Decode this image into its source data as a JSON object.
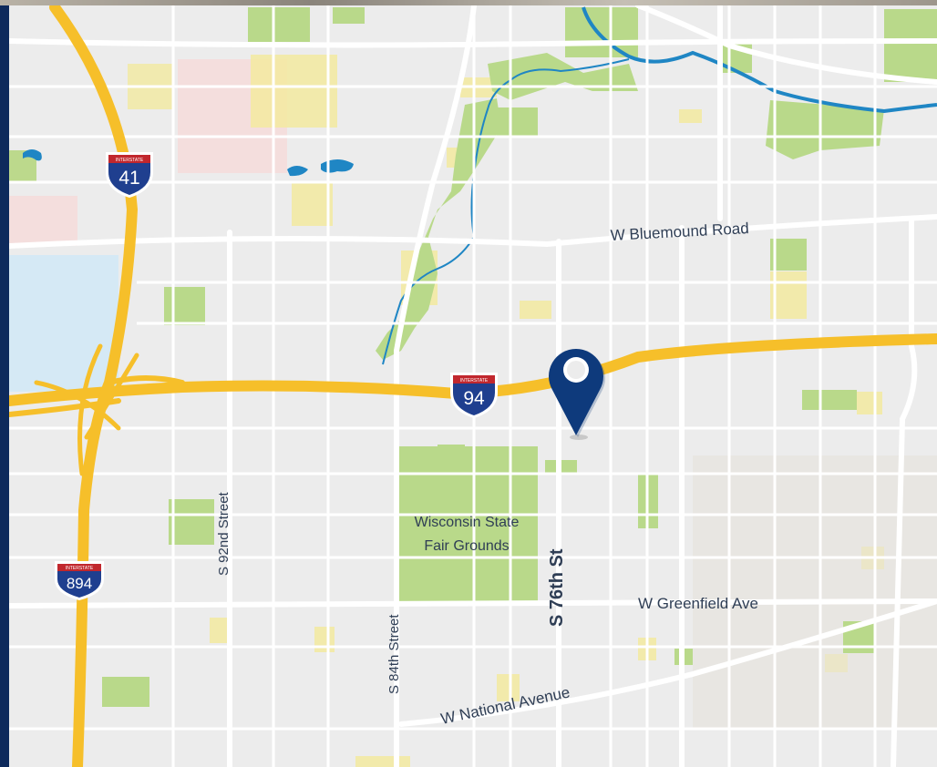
{
  "map": {
    "roads": {
      "bluemound": "W Bluemound Road",
      "greenfield": "W Greenfield Ave",
      "national": "W National Avenue",
      "s92": "S 92nd Street",
      "s84": "S 84th Street",
      "s76": "S 76th St"
    },
    "landmarks": {
      "fairgrounds_line1": "Wisconsin State",
      "fairgrounds_line2": "Fair Grounds"
    },
    "shields": {
      "i41": {
        "top": "INTERSTATE",
        "number": "41"
      },
      "i94": {
        "top": "INTERSTATE",
        "number": "94"
      },
      "i894": {
        "top": "INTERSTATE",
        "number": "894"
      }
    },
    "colors": {
      "background": "#ececec",
      "highway": "#f6bf2a",
      "minor_road": "#ffffff",
      "park": "#b9d98a",
      "water": "#1f86c4",
      "pin": "#0e3a7c",
      "frame": "#0e2a5c"
    },
    "marker": {
      "icon": "location-pin-icon"
    }
  }
}
